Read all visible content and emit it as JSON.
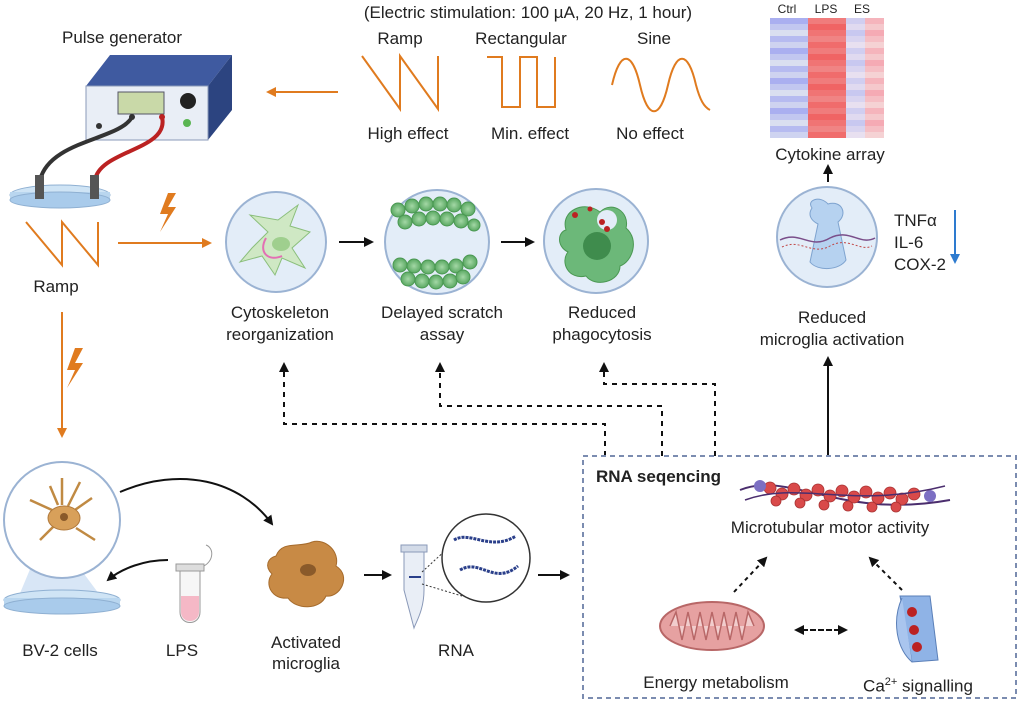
{
  "stimulation": {
    "header": "(Electric stimulation: 100 µA, 20 Hz, 1 hour)",
    "waveforms": [
      {
        "name": "Ramp",
        "effect": "High effect"
      },
      {
        "name": "Rectangular",
        "effect": "Min. effect"
      },
      {
        "name": "Sine",
        "effect": "No effect"
      }
    ]
  },
  "pulse_generator": {
    "label": "Pulse generator"
  },
  "ramp_label": "Ramp",
  "outcomes": {
    "cytoskeleton": [
      "Cytoskeleton",
      "reorganization"
    ],
    "scratch": [
      "Delayed scratch",
      "assay"
    ],
    "phagocytosis": [
      "Reduced",
      "phagocytosis"
    ],
    "microglia": [
      "Reduced",
      "microglia activation"
    ]
  },
  "cytokine_array": {
    "label": "Cytokine array",
    "columns": [
      "Ctrl",
      "LPS",
      "ES"
    ]
  },
  "markers": {
    "items": [
      "TNFα",
      "IL-6",
      "COX-2"
    ],
    "arrow_color": "#2e7bcf"
  },
  "bottom": {
    "bv2": "BV-2 cells",
    "lps": "LPS",
    "activated": [
      "Activated",
      "microglia"
    ],
    "rna": "RNA"
  },
  "rna_seq": {
    "title": "RNA seqencing",
    "motor": "Microtubular motor activity",
    "energy": "Energy metabolism",
    "calcium_prefix": "Ca",
    "calcium_sup": "2+",
    "calcium_suffix": " signalling"
  },
  "colors": {
    "orange": "#e07b1f",
    "circle_fill": "#e3edf8",
    "circle_stroke": "#9bb3d3",
    "dashed_box": "#7b8cb0"
  }
}
